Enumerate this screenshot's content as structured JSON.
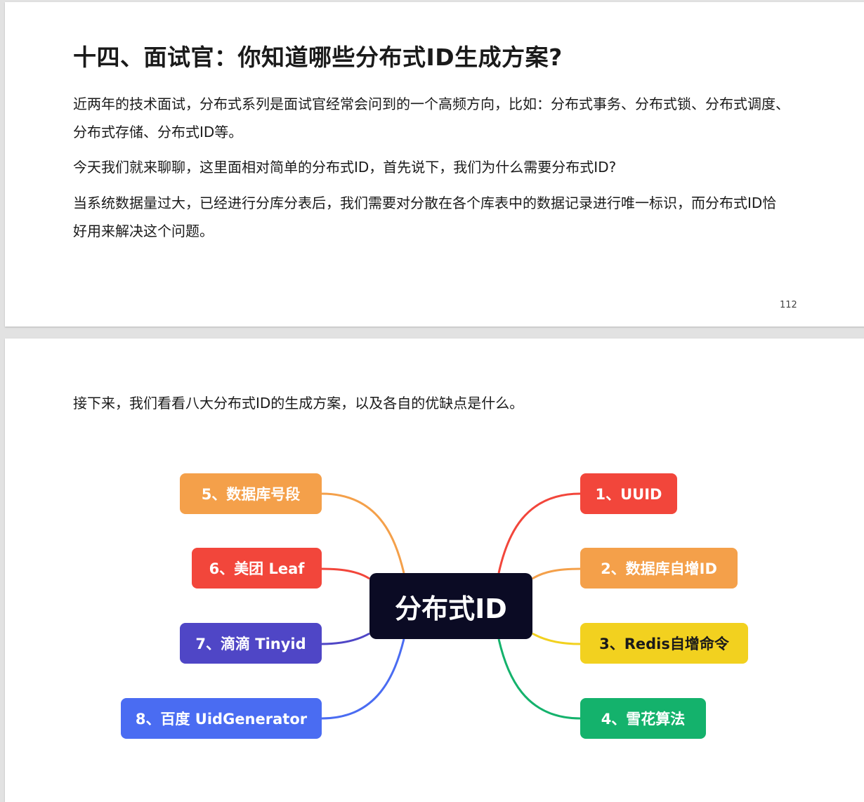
{
  "page1": {
    "title": "十四、面试官：你知道哪些分布式ID生成方案?",
    "paragraphs": [
      "近两年的技术面试，分布式系列是面试官经常会问到的一个高频方向，比如：分布式事务、分布式锁、分布式调度、分布式存储、分布式ID等。",
      "今天我们就来聊聊，这里面相对简单的分布式ID，首先说下，我们为什么需要分布式ID?",
      "当系统数据量过大，已经进行分库分表后，我们需要对分散在各个库表中的数据记录进行唯一标识，而分布式ID恰好用来解决这个问题。"
    ],
    "page_number": "112"
  },
  "page2": {
    "intro": "接下来，我们看看八大分布式ID的生成方案，以及各自的优缺点是什么。",
    "mindmap": {
      "center": "分布式ID",
      "nodes": [
        {
          "label": "1、UUID",
          "color": "#f2463b"
        },
        {
          "label": "2、数据库自增ID",
          "color": "#f4a04a"
        },
        {
          "label": "3、Redis自增命令",
          "color": "#f2d11f"
        },
        {
          "label": "4、雪花算法",
          "color": "#14b26c"
        },
        {
          "label": "5、数据库号段",
          "color": "#f4a04a"
        },
        {
          "label": "6、美团 Leaf",
          "color": "#f2463b"
        },
        {
          "label": "7、滴滴 Tinyid",
          "color": "#4f46c6"
        },
        {
          "label": "8、百度 UidGenerator",
          "color": "#4a6cf2"
        }
      ]
    }
  }
}
